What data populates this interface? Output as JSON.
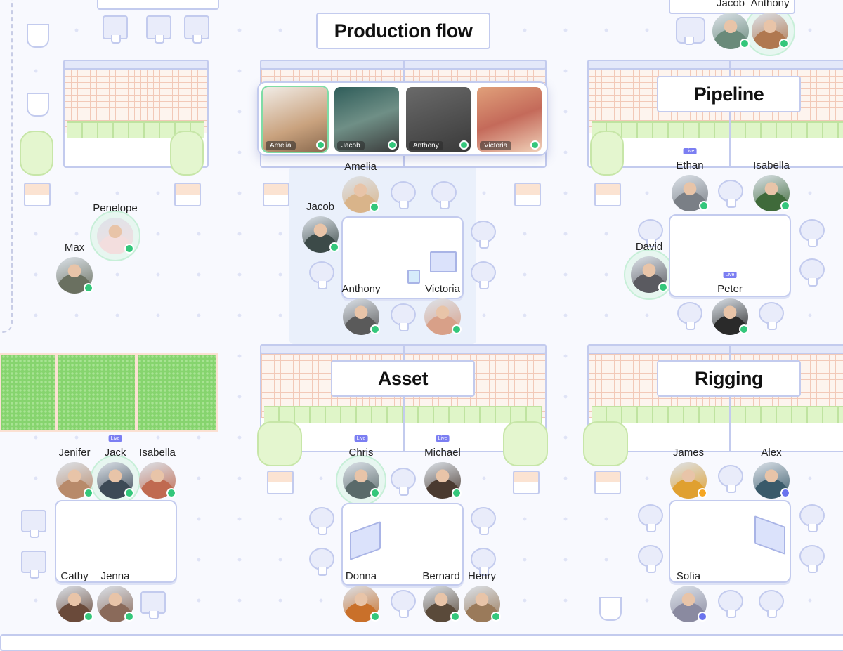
{
  "rooms": {
    "production": "Production flow",
    "pipeline": "Pipeline",
    "asset": "Asset",
    "rigging": "Rigging"
  },
  "status_colors": {
    "online": "#34c77b",
    "away": "#f5a623",
    "busy": "#6a73ee"
  },
  "accent": "#7b7ef2",
  "live_label": "Live",
  "video_panel": {
    "tiles": [
      {
        "name": "Amelia",
        "status": "online",
        "active": true
      },
      {
        "name": "Jacob",
        "status": "online"
      },
      {
        "name": "Anthony",
        "status": "online"
      },
      {
        "name": "Victoria",
        "status": "online"
      }
    ]
  },
  "people": [
    {
      "name": "Jacob",
      "status": "online"
    },
    {
      "name": "Anthony",
      "status": "online",
      "speaking": true
    },
    {
      "name": "Penelope",
      "status": "online",
      "speaking": true
    },
    {
      "name": "Max",
      "status": "online"
    },
    {
      "name": "Amelia",
      "status": "online",
      "speaking": true
    },
    {
      "name": "Jacob",
      "status": "online"
    },
    {
      "name": "Anthony",
      "status": "online"
    },
    {
      "name": "Victoria",
      "status": "online"
    },
    {
      "name": "Ethan",
      "status": "online",
      "live": true
    },
    {
      "name": "Isabella",
      "status": "online"
    },
    {
      "name": "David",
      "status": "online",
      "speaking": true
    },
    {
      "name": "Peter",
      "status": "online",
      "live": true
    },
    {
      "name": "Jenifer",
      "status": "online"
    },
    {
      "name": "Jack",
      "status": "online",
      "speaking": true,
      "live": true
    },
    {
      "name": "Isabella",
      "status": "online"
    },
    {
      "name": "Cathy",
      "status": "online"
    },
    {
      "name": "Jenna",
      "status": "online"
    },
    {
      "name": "Chris",
      "status": "online",
      "speaking": true,
      "live": true
    },
    {
      "name": "Michael",
      "status": "online",
      "live": true
    },
    {
      "name": "Donna",
      "status": "online"
    },
    {
      "name": "Bernard",
      "status": "online"
    },
    {
      "name": "Henry",
      "status": "online"
    },
    {
      "name": "James",
      "status": "away"
    },
    {
      "name": "Alex",
      "status": "busy"
    },
    {
      "name": "Sofia",
      "status": "busy"
    }
  ]
}
